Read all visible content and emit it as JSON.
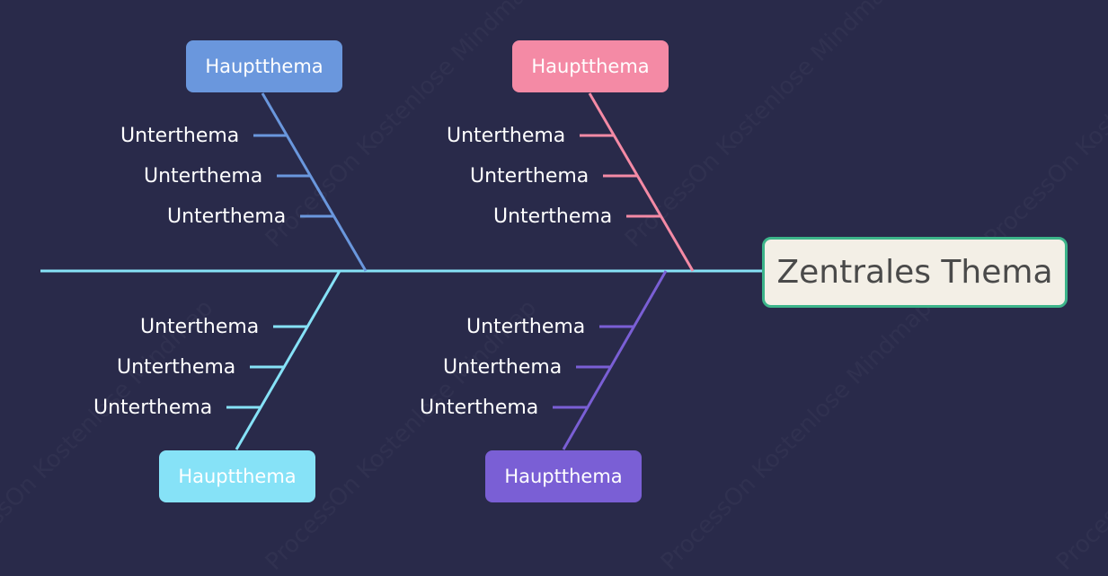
{
  "colors": {
    "background": "#292a4a",
    "spine": "#86e2f7",
    "branch_1": "#6a97dd",
    "branch_2": "#f48aa5",
    "branch_3": "#86e2f7",
    "branch_4": "#7a5fd5",
    "central_border": "#3cb48a",
    "central_fill": "#f3efe6"
  },
  "central_topic": "Zentrales Thema",
  "branches": [
    {
      "label": "Hauptthema",
      "subtopics": [
        "Unterthema",
        "Unterthema",
        "Unterthema"
      ]
    },
    {
      "label": "Hauptthema",
      "subtopics": [
        "Unterthema",
        "Unterthema",
        "Unterthema"
      ]
    },
    {
      "label": "Hauptthema",
      "subtopics": [
        "Unterthema",
        "Unterthema",
        "Unterthema"
      ]
    },
    {
      "label": "Hauptthema",
      "subtopics": [
        "Unterthema",
        "Unterthema",
        "Unterthema"
      ]
    }
  ],
  "watermark": "ProcessOn Kostenlose Mindmap"
}
